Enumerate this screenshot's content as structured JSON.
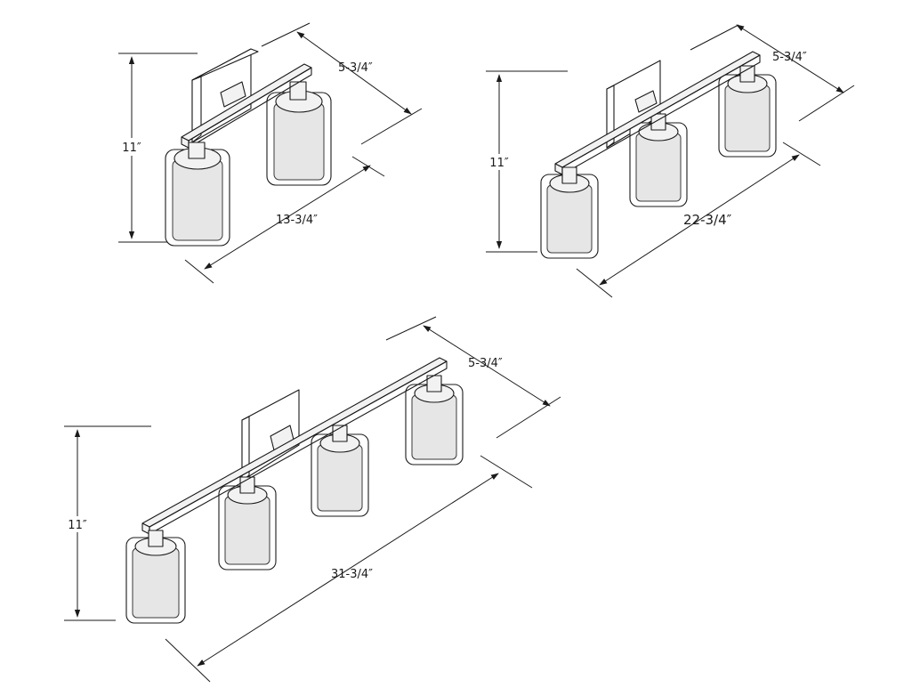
{
  "fixtures": [
    {
      "name": "two-light",
      "height_label": "11″",
      "depth_label": "5-3/4″",
      "width_label": "13-3/4″",
      "shades": 2
    },
    {
      "name": "three-light",
      "height_label": "11″",
      "depth_label": "5-3/4″",
      "width_label": "22-3/4″",
      "shades": 3
    },
    {
      "name": "four-light",
      "height_label": "11″",
      "depth_label": "5-3/4″",
      "width_label": "31-3/4″",
      "shades": 4
    }
  ]
}
